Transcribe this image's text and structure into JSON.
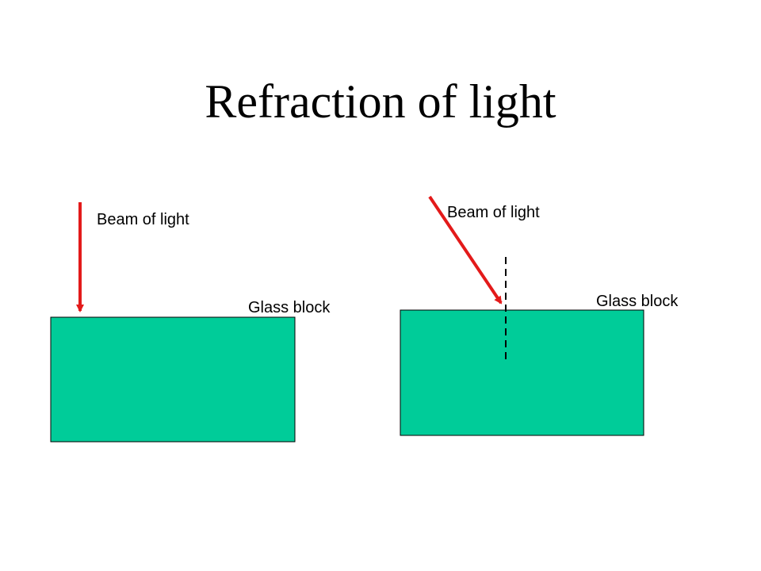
{
  "title": "Refraction of light",
  "colors": {
    "glass": "#00CC99",
    "beam": "#E31A1A",
    "outline": "#000000",
    "normal_line": "#000000",
    "background": "#FFFFFF"
  },
  "diagrams": [
    {
      "beam_label": "Beam of light",
      "block_label": "Glass block",
      "beam_direction": "perpendicular"
    },
    {
      "beam_label": "Beam of light",
      "block_label": "Glass block",
      "beam_direction": "oblique",
      "has_normal_line": true
    }
  ]
}
